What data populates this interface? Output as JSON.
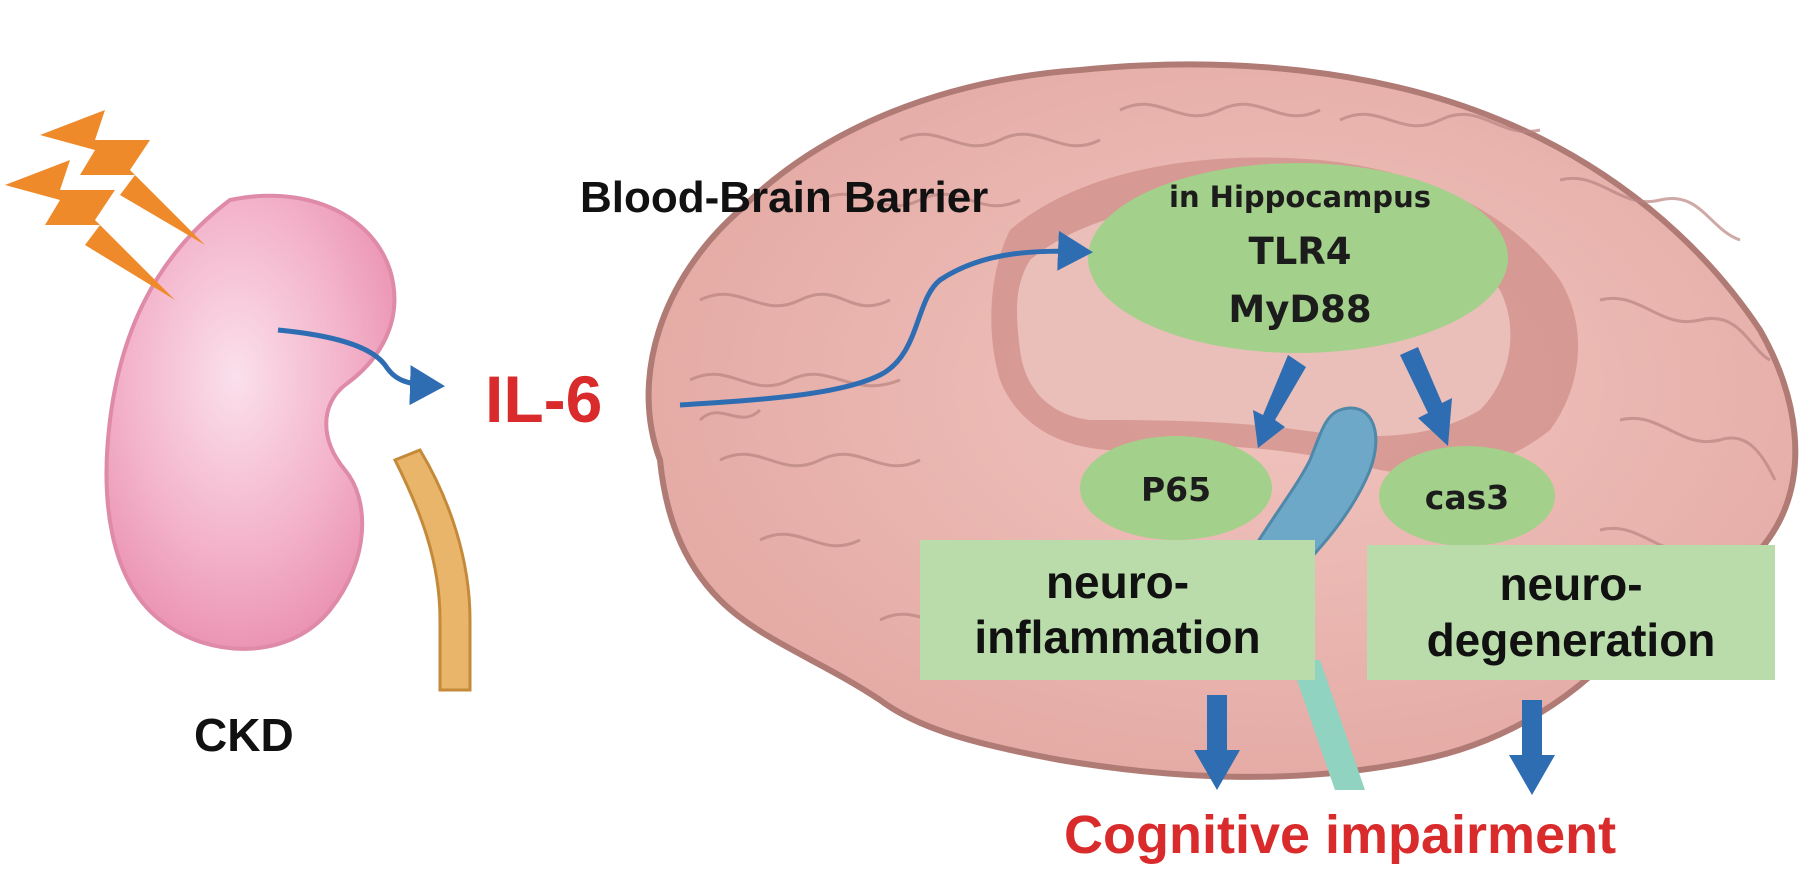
{
  "kidney": {
    "label": "CKD"
  },
  "blood_brain_barrier": {
    "label": "Blood-Brain Barrier"
  },
  "cytokine": {
    "label": "IL-6"
  },
  "hippocampus": {
    "title": "in Hippocampus",
    "markers": [
      "TLR4",
      "MyD88"
    ]
  },
  "pathways": [
    {
      "protein": "P65",
      "outcome_line1": "neuro-",
      "outcome_line2": "inflammation"
    },
    {
      "protein": "cas3",
      "outcome_line1": "neuro-",
      "outcome_line2": "degeneration"
    }
  ],
  "result": {
    "label": "Cognitive impairment"
  },
  "colors": {
    "arrow": "#2f6db3",
    "red_text": "#d92b2b",
    "ellipse_fill": "#a3d08a",
    "box_fill": "#b9dcaa",
    "brain": "#e9b5b0",
    "kidney": "#f0a6c0",
    "lightning": "#ef8a2a"
  }
}
